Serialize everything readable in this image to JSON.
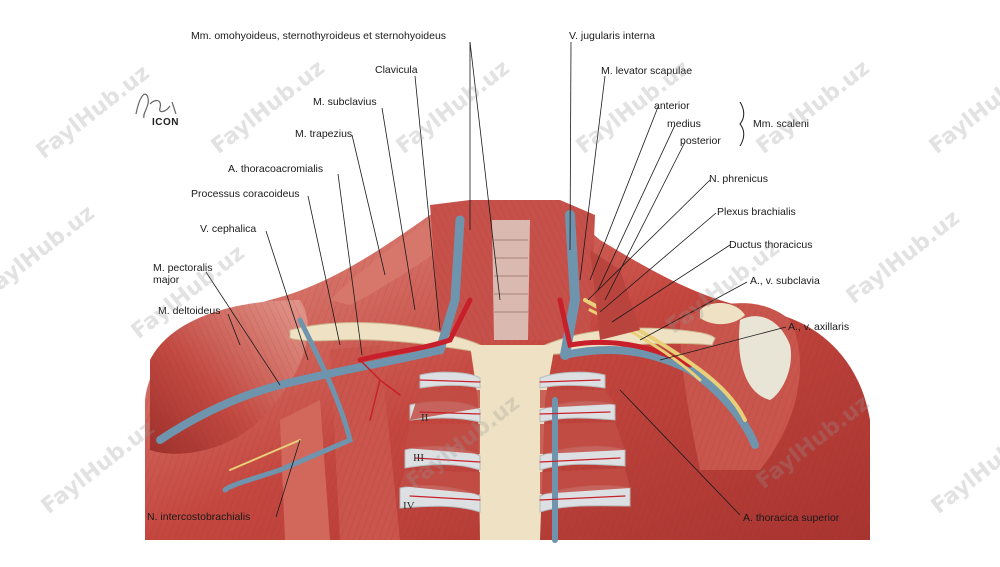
{
  "labels_left": [
    {
      "id": "omohyoideus",
      "text": "Mm. omohyoideus, sternothyroideus et sternohyoideus"
    },
    {
      "id": "clavicula",
      "text": "Clavicula"
    },
    {
      "id": "subclavius",
      "text": "M. subclavius"
    },
    {
      "id": "trapezius",
      "text": "M. trapezius"
    },
    {
      "id": "thoracoacromialis",
      "text": "A. thoracoacromialis"
    },
    {
      "id": "coracoideus",
      "text": "Processus coracoideus"
    },
    {
      "id": "cephalica",
      "text": "V. cephalica"
    },
    {
      "id": "pectoralis1",
      "text": "M. pectoralis"
    },
    {
      "id": "pectoralis2",
      "text": "major"
    },
    {
      "id": "deltoideus",
      "text": "M. deltoideus"
    },
    {
      "id": "intercosto",
      "text": "N. intercostobrachialis"
    }
  ],
  "labels_right": [
    {
      "id": "jugularis",
      "text": "V. jugularis interna"
    },
    {
      "id": "levator",
      "text": "M. levator scapulae"
    },
    {
      "id": "anterior",
      "text": "anterior"
    },
    {
      "id": "medius",
      "text": "medius"
    },
    {
      "id": "posterior",
      "text": "posterior"
    },
    {
      "id": "scaleni",
      "text": "Mm. scaleni"
    },
    {
      "id": "phrenicus",
      "text": "N. phrenicus"
    },
    {
      "id": "plexus",
      "text": "Plexus brachialis"
    },
    {
      "id": "ductus",
      "text": "Ductus thoracicus"
    },
    {
      "id": "subclavia",
      "text": "A., v. subclavia"
    },
    {
      "id": "axillaris",
      "text": "A., v. axillaris"
    },
    {
      "id": "thoracica",
      "text": "A. thoracica superior"
    }
  ],
  "ribs": [
    "II",
    "III",
    "IV"
  ],
  "logo_text": "ICON",
  "watermark": "FaylHub.uz",
  "colors": {
    "muscle": "#c4473f",
    "muscle_light": "#e08a7c",
    "vein": "#6f94ad",
    "artery": "#c8202a",
    "bone": "#efe2c4",
    "cartilage": "#d9dde0",
    "nerve": "#e9cf77"
  }
}
